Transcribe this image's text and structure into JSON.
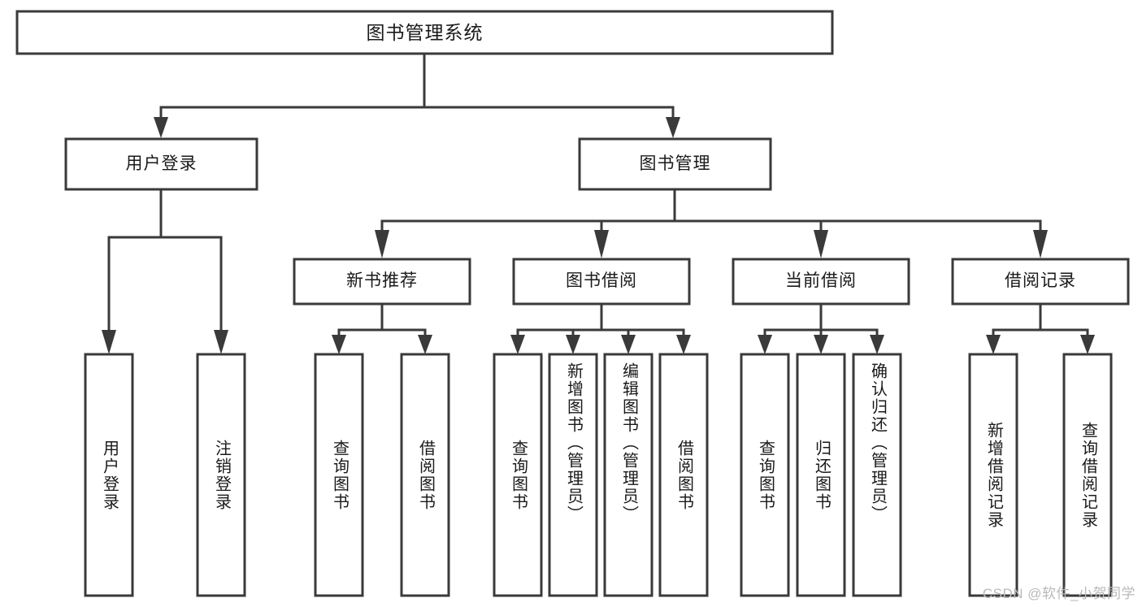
{
  "diagram": {
    "title": "图书管理系统",
    "type": "tree",
    "watermark": "CSDN @软件_小贺同学",
    "colors": {
      "stroke": "#3a3a3a",
      "fill": "#ffffff",
      "text": "#1a1a1a",
      "watermark": "#b9b9b9"
    },
    "nodes": {
      "root": "图书管理系统",
      "level2": {
        "user_login": "用户登录",
        "book_manage": "图书管理"
      },
      "level3": {
        "new_book_recommend": "新书推荐",
        "book_borrow": "图书借阅",
        "current_borrow": "当前借阅",
        "borrow_record": "借阅记录"
      },
      "leaves": {
        "user_login_1": "用户登录",
        "user_login_2": "注销登录",
        "recommend_1": "查询图书",
        "recommend_2": "借阅图书",
        "borrow_1": "查询图书",
        "borrow_2": "新增图书（管理员）",
        "borrow_3": "编辑图书（管理员）",
        "borrow_4": "借阅图书",
        "current_1": "查询图书",
        "current_2": "归还图书",
        "current_3": "确认归还（管理员）",
        "record_1": "新增借阅记录",
        "record_2": "查询借阅记录"
      }
    }
  }
}
